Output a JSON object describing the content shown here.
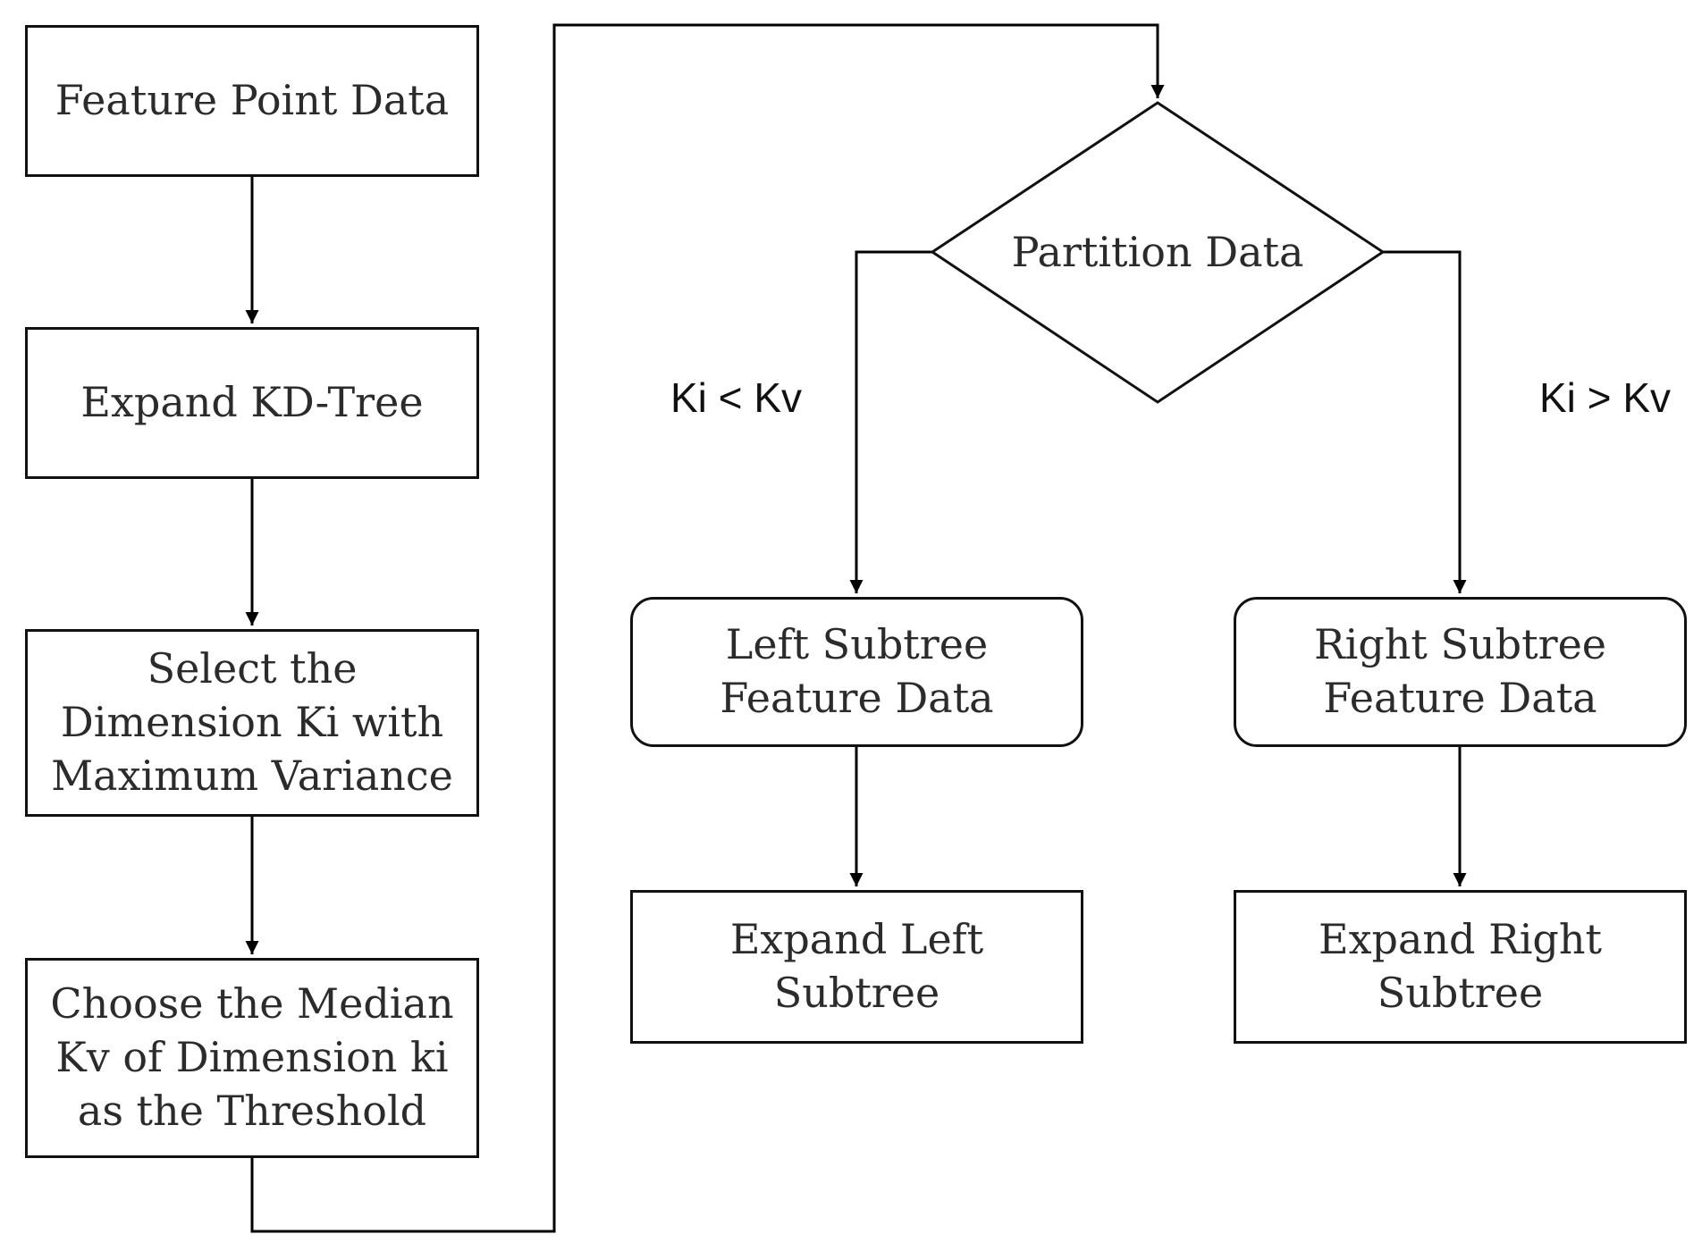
{
  "nodes": {
    "feature_point_data": "Feature Point Data",
    "expand_kd_tree": "Expand KD-Tree",
    "select_dimension": "Select the Dimension Ki with Maximum Variance",
    "choose_median": "Choose the Median Kv of Dimension ki as the Threshold",
    "partition_data": "Partition Data",
    "left_subtree_data": "Left Subtree Feature Data",
    "right_subtree_data": "Right Subtree Feature Data",
    "expand_left": "Expand Left Subtree",
    "expand_right": "Expand Right Subtree"
  },
  "edge_labels": {
    "left_condition": "Ki < Kv",
    "right_condition": "Ki > Kv"
  }
}
